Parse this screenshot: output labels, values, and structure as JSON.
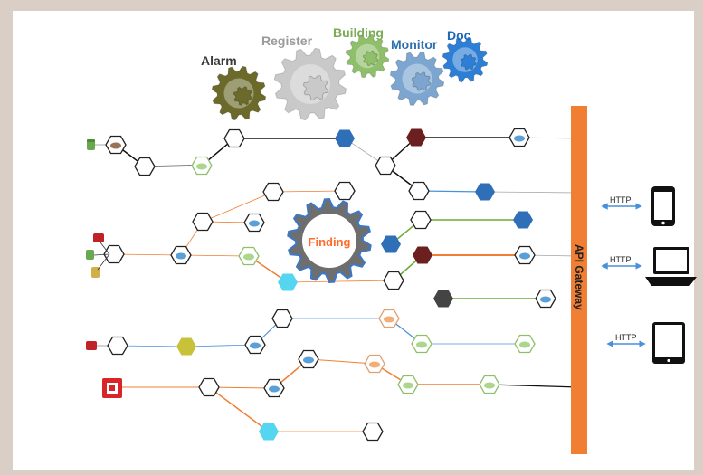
{
  "gears": [
    {
      "label": "Alarm",
      "color": "#6b6a2a",
      "label_color": "#3a3a3a"
    },
    {
      "label": "Register",
      "color": "#c9c9c9",
      "label_color": "#9a9a9a"
    },
    {
      "label": "Building",
      "color": "#8fbf6a",
      "label_color": "#7aab55"
    },
    {
      "label": "Monitor",
      "color": "#7ca6cf",
      "label_color": "#2f6fae"
    },
    {
      "label": "Doc",
      "color": "#2d7fd6",
      "label_color": "#1f67b8"
    }
  ],
  "center_gear": {
    "label": "Finding",
    "color": "#6e6e6e",
    "label_color": "#ff6a2a"
  },
  "gateway": {
    "label": "API Gateway",
    "color": "#f07f33"
  },
  "devices": [
    {
      "protocol": "HTTP",
      "icon": "phone-icon"
    },
    {
      "protocol": "HTTP",
      "icon": "laptop-icon"
    },
    {
      "protocol": "HTTP",
      "icon": "tablet-icon"
    }
  ],
  "colors": {
    "black_line": "#111111",
    "blue_line": "#4a90d9",
    "green_line": "#6aaa3a",
    "orange_line": "#f07f33",
    "blue_hex": "#2f6fb8",
    "darkred_hex": "#6b1f1f",
    "cyan_hex": "#55d6f0",
    "olive_hex": "#c8c23a",
    "dark_hex": "#444444"
  }
}
